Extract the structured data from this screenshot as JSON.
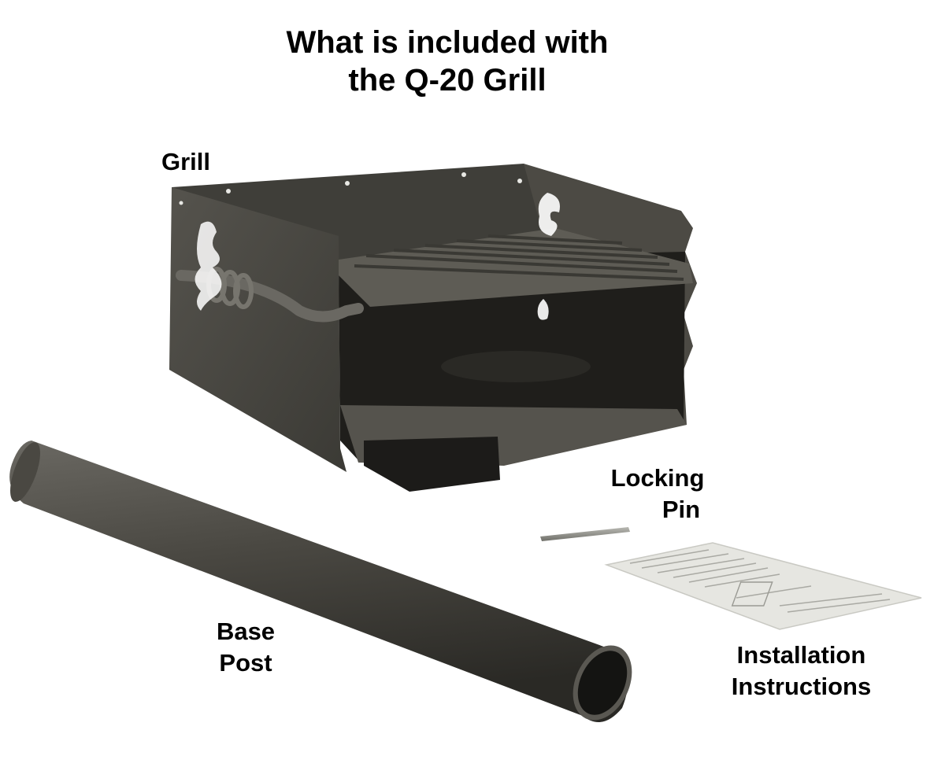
{
  "title": {
    "line1": "What is included with",
    "line2": "the Q-20 Grill"
  },
  "labels": {
    "grill": "Grill",
    "locking_pin": [
      "Locking",
      "Pin"
    ],
    "base_post": [
      "Base",
      "Post"
    ],
    "installation_instructions": [
      "Installation",
      "Instructions"
    ]
  },
  "colors": {
    "metal_dark": "#2f2e2a",
    "metal_mid": "#4a4842",
    "metal_light": "#6b6962",
    "paper": "#e6e6e1"
  }
}
